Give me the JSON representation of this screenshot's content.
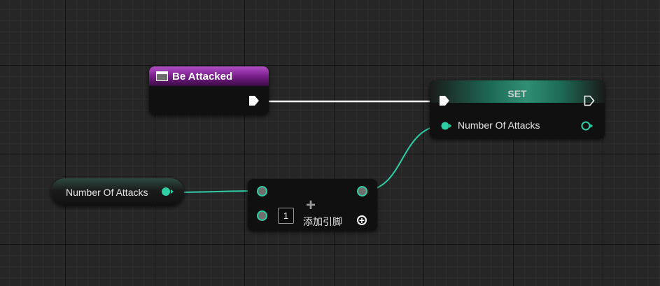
{
  "nodes": {
    "event": {
      "title": "Be Attacked"
    },
    "set": {
      "title": "SET",
      "value_label": "Number Of Attacks"
    },
    "getter": {
      "label": "Number Of Attacks"
    },
    "add": {
      "constant": "1",
      "operator": "+",
      "add_pin_label": "添加引脚",
      "add_pin_icon": "+"
    }
  },
  "colors": {
    "event_header": "#7a1f8c",
    "variable_pin": "#2ecfa4",
    "exec_wire": "#ffffff",
    "grid_background": "#262626"
  },
  "icons": [
    "event-icon",
    "exec-pin-icon",
    "add-pin-icon"
  ]
}
